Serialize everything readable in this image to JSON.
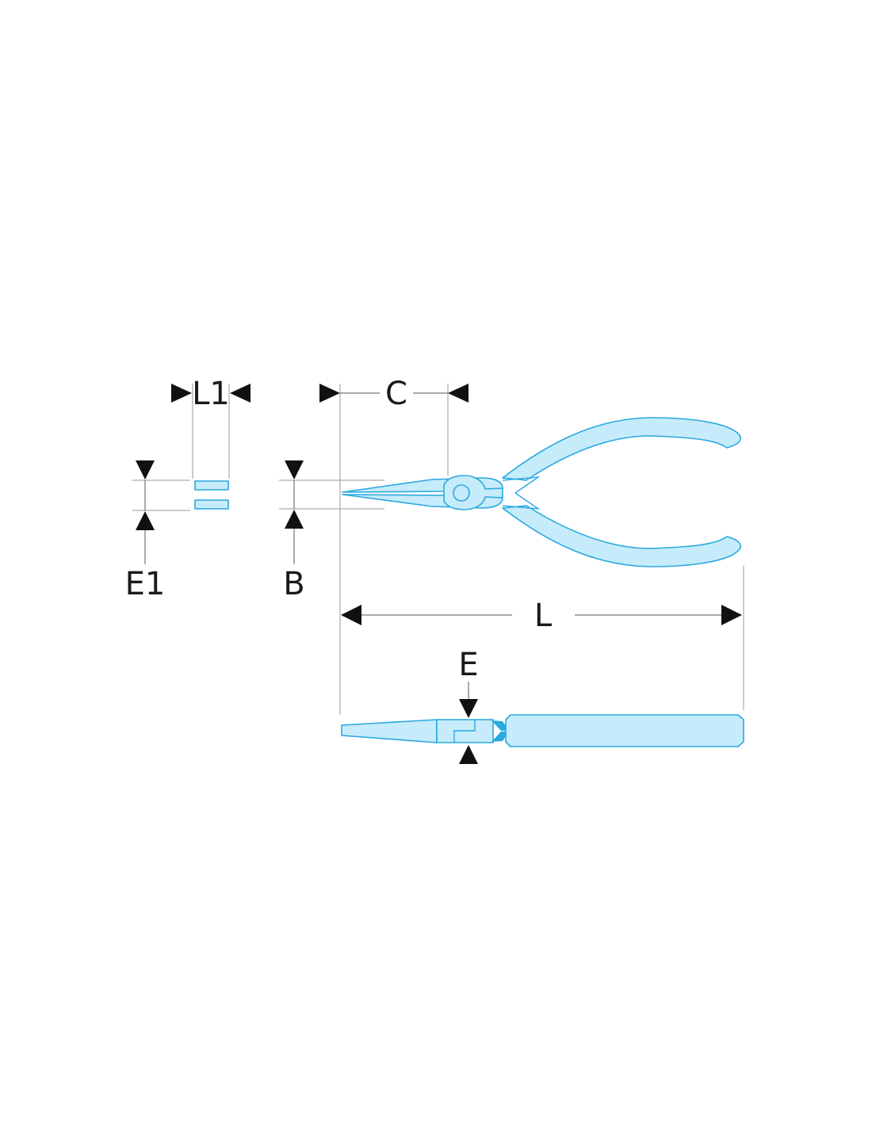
{
  "labels": {
    "L1": "L1",
    "C": "C",
    "E1": "E1",
    "B": "B",
    "L": "L",
    "E": "E"
  },
  "colors": {
    "tool_fill": "#c6ebfa",
    "tool_outline": "#2aa8e0",
    "dimension_text": "#1a1a1a",
    "arrow": "#111111"
  }
}
